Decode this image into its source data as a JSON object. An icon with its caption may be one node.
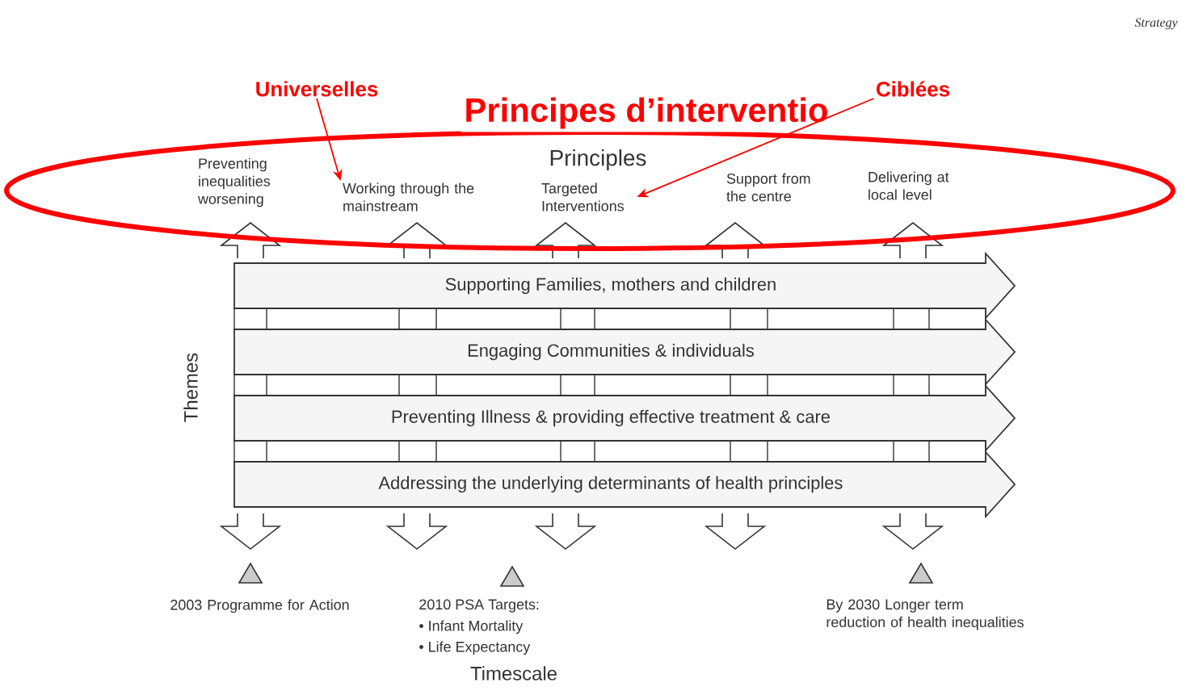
{
  "diagram": {
    "title": "Principes d’interventio",
    "nodes": [
      {
        "text": [
          "Principles"
        ]
      },
      {
        "text": [
          "Preventing inequalities worsening"
        ],
        "in": 0
      },
      {
        "text": [
          "Working through the mainstream"
        ],
        "in": 0
      },
      {
        "text": [
          "Targeted Interventions"
        ],
        "in": 0
      },
      {
        "text": [
          "Support from the centre"
        ],
        "in": 0
      },
      {
        "text": [
          "Delivering at local level"
        ],
        "in": 0
      },
      {
        "text": [
          "Universelles"
        ]
      },
      {
        "text": [
          "Ciblées"
        ]
      },
      {
        "text": [
          "Supporting Families, mothers and children"
        ]
      },
      {
        "text": [
          "Engaging Communities & individuals"
        ]
      },
      {
        "text": [
          "Preventing Illness & providing effective treatment & care"
        ]
      },
      {
        "text": [
          "Addressing the underlying determinants of health principles"
        ]
      }
    ],
    "edges": [
      {
        "from": 6,
        "to": 2,
        "arrow": "to"
      },
      {
        "from": 7,
        "to": 3,
        "arrow": "to"
      }
    ],
    "labels": [
      "Strategy",
      "Themes",
      "2003 Programme for Action",
      "2010 PSA Targets:",
      "• Infant Mortality",
      "• Life Expectancy",
      "By 2030 Longer term reduction of health inequalities",
      "Timescale"
    ]
  }
}
